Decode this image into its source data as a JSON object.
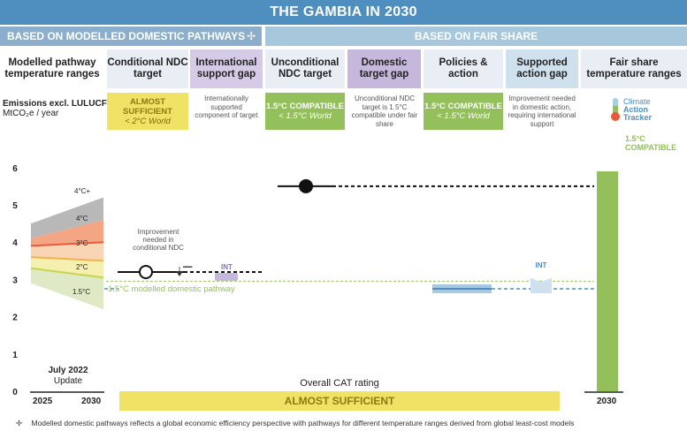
{
  "header": {
    "title": "THE GAMBIA IN 2030",
    "band_left": "BASED ON MODELLED DOMESTIC PATHWAYS",
    "band_left_mark": "✢",
    "band_right": "BASED ON FAIR SHARE"
  },
  "columns": [
    {
      "label": "Modelled pathway temperature ranges"
    },
    {
      "label": "Conditional NDC target"
    },
    {
      "label": "International support gap"
    },
    {
      "label": "Unconditional NDC target"
    },
    {
      "label": "Domestic target gap"
    },
    {
      "label": "Policies & action"
    },
    {
      "label": "Supported action gap"
    },
    {
      "label": "Fair share temperature ranges"
    }
  ],
  "ratings": {
    "conditional": {
      "title": "ALMOST SUFFICIENT",
      "sub": "< 2°C World"
    },
    "unconditional": {
      "title": "1.5°C COMPATIBLE",
      "sub": "< 1.5°C World"
    },
    "policies": {
      "title": "1.5°C COMPATIBLE",
      "sub": "< 1.5°C World"
    }
  },
  "descriptions": {
    "intl_support": "Internationally supported component of target",
    "domestic_gap": "Unconditional NDC target is 1.5°C compatible under fair share",
    "supported_gap": "Improvement needed in domestic action, requiring international support"
  },
  "logo": {
    "line1": "Climate",
    "line2": "Action",
    "line3": "Tracker"
  },
  "axis": {
    "ylabel_line1": "Emissions excl. LULUCF",
    "ylabel_line2": "MtCO₂e / year",
    "x_left": "2025",
    "x_right": "2030",
    "fair_x": "2030"
  },
  "update_note": {
    "line1": "July 2022",
    "line2": "Update"
  },
  "annotation": {
    "text": "Improvement needed in conditional NDC"
  },
  "int_label": "INT",
  "int_label2": "INT",
  "modelled_line_label": "1.5°C modelled domestic pathway",
  "overall": {
    "label": "Overall CAT rating",
    "value": "ALMOST SUFFICIENT"
  },
  "footnote": {
    "mark": "✢",
    "text": "Modelled domestic pathways reflects a global economic efficiency perspective with pathways for different temperature ranges derived from global least-cost models"
  },
  "colors": {
    "header_blue": "#4e8fc0",
    "band_left": "#8aaecb",
    "band_right": "#a6c7dc",
    "almost_sufficient": "#f0e265",
    "compatible_green": "#93c05a",
    "gap_purple": "#c6b8dc",
    "int_purple": "#8a6fb8",
    "policy_blue": "#4e8fc0",
    "int_blue": "#cfe0ee"
  },
  "chart_data": {
    "type": "area",
    "ylim": [
      0,
      6
    ],
    "yticks": [
      0,
      1,
      2,
      3,
      4,
      5,
      6
    ],
    "modelled_ranges": {
      "x": [
        2025,
        2030
      ],
      "bands": [
        {
          "name": "1.5°C",
          "lower": [
            2.9,
            2.2
          ],
          "upper": [
            3.3,
            3.05
          ],
          "color": "#dfe9c6"
        },
        {
          "name": "2°C",
          "lower": [
            3.3,
            3.05
          ],
          "upper": [
            3.6,
            3.5
          ],
          "color": "#f6f0b0"
        },
        {
          "name": "3°C",
          "lower": [
            3.6,
            3.5
          ],
          "upper": [
            3.9,
            4.0
          ],
          "color": "#fad5b4"
        },
        {
          "name": "4°C",
          "lower": [
            3.9,
            4.0
          ],
          "upper": [
            4.1,
            4.6
          ],
          "color": "#f4a584"
        },
        {
          "name": "4°C+",
          "lower": [
            4.1,
            4.6
          ],
          "upper": [
            4.5,
            5.2
          ],
          "color": "#b8b8b8"
        }
      ],
      "boundaries": [
        {
          "values": [
            3.3,
            3.05
          ],
          "color": "#c5d64a"
        },
        {
          "values": [
            3.6,
            3.5
          ],
          "color": "#f0b24d"
        },
        {
          "values": [
            3.9,
            4.0
          ],
          "color": "#e85a3c"
        }
      ]
    },
    "conditional_ndc_target": 3.2,
    "unconditional_ndc_target": 5.5,
    "policies_action": 2.75,
    "modelled_1_5_pathway": 2.95,
    "fair_share_1_5_upper": 5.9
  }
}
